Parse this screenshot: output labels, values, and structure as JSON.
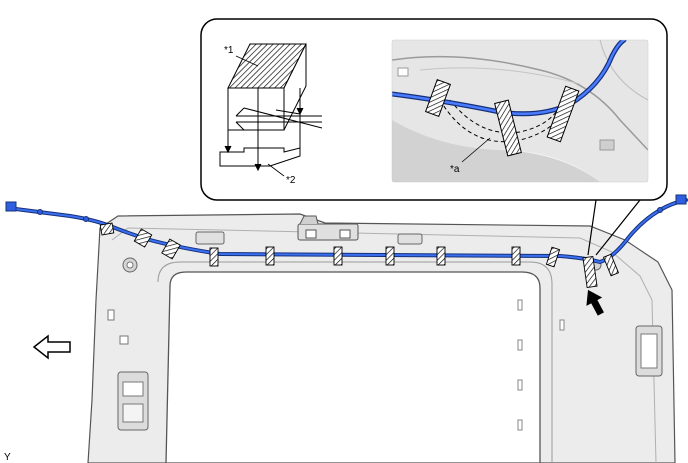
{
  "labels": {
    "star1": "*1",
    "star2": "*2",
    "star_a": "*a",
    "corner_code": "Y"
  },
  "icons": {
    "front_direction": "outline-left-arrow-icon",
    "pointer": "bold-black-arrow-icon",
    "tape": "hatched-tape-icon"
  },
  "colors": {
    "wire": "#2f5fe0",
    "wire_outline": "#15307a",
    "panel_fill": "#ececec",
    "panel_stroke": "#555555",
    "inset_bg": "#ffffff",
    "inset_border": "#000000"
  }
}
